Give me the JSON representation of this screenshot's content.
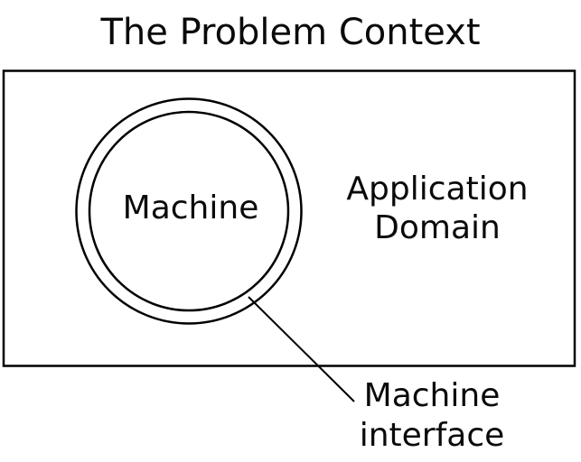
{
  "title": "The Problem Context",
  "labels": {
    "machine": "Machine",
    "application_domain": {
      "line1": "Application",
      "line2": "Domain"
    },
    "machine_interface": {
      "line1": "Machine",
      "line2": "interface"
    }
  },
  "colors": {
    "stroke": "#000000",
    "background": "#ffffff",
    "text": "#0a0a0a"
  }
}
